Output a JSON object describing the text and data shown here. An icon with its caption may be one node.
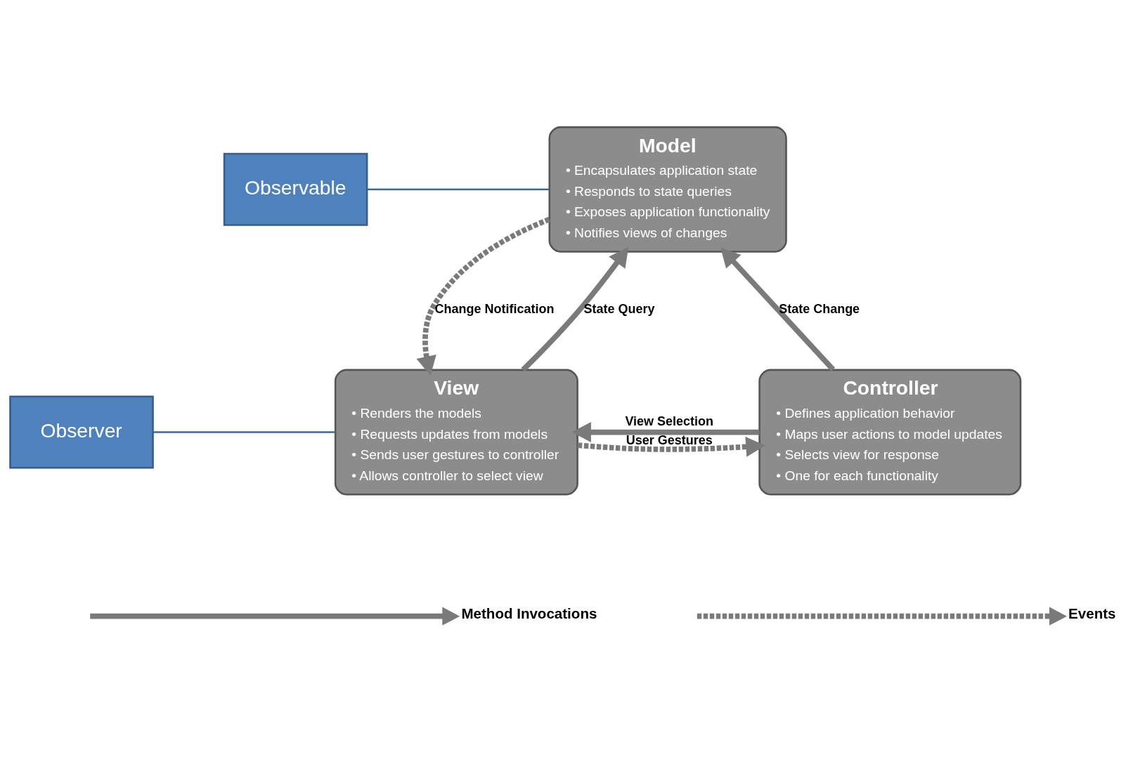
{
  "diagram": {
    "nodes": [
      {
        "text": [
          "Observable"
        ]
      },
      {
        "text": [
          "Model",
          "• Encapsulates application state",
          "• Responds to state queries",
          "• Exposes application functionality",
          "• Notifies views of changes"
        ]
      },
      {
        "text": [
          "Observer"
        ]
      },
      {
        "text": [
          "View",
          "• Renders the models",
          "• Requests updates from models",
          "• Sends user gestures to controller",
          "• Allows controller to select view"
        ]
      },
      {
        "text": [
          "Controller",
          "• Defines application behavior",
          "• Maps user actions to model updates",
          "• Selects view for response",
          "• One for each functionality"
        ]
      }
    ],
    "edges": [
      {
        "from": 0,
        "to": 1,
        "arrow": "none",
        "color": "#3d6a9c"
      },
      {
        "from": 2,
        "to": 3,
        "arrow": "none",
        "color": "#3d6a9c"
      },
      {
        "from": 3,
        "to": 1,
        "arrow": "to",
        "label": "State Query"
      },
      {
        "from": 1,
        "to": 3,
        "arrow": "to",
        "label": "Change Notification",
        "style": "dashed"
      },
      {
        "from": 4,
        "to": 1,
        "arrow": "to",
        "label": "State Change"
      },
      {
        "from": 4,
        "to": 3,
        "arrow": "to",
        "label": "View Selection"
      },
      {
        "from": 3,
        "to": 4,
        "arrow": "to",
        "label": "User Gestures",
        "style": "dashed"
      }
    ],
    "legend": [
      {
        "text": "Method Invocations"
      },
      {
        "text": "Events"
      }
    ]
  }
}
